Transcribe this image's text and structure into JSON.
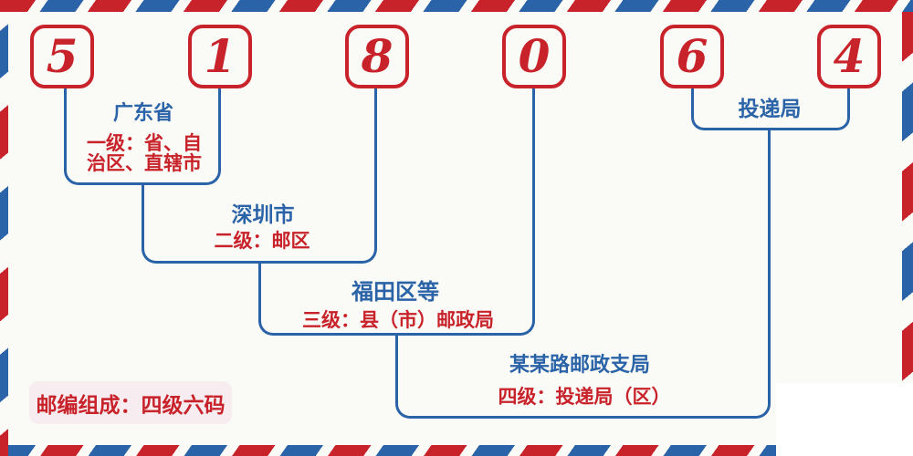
{
  "postal_code": {
    "digits": [
      "5",
      "1",
      "8",
      "0",
      "6",
      "4"
    ]
  },
  "labels": {
    "level1": {
      "name": "广东省",
      "desc": "一级：省、自\n治区、直辖市"
    },
    "level2": {
      "name": "深圳市",
      "desc": "二级：邮区"
    },
    "level3": {
      "name": "福田区等",
      "desc": "三级：县（市）邮政局"
    },
    "level4": {
      "name": "某某路邮政支局",
      "desc": "四级：投递局（区）"
    },
    "delivery": {
      "name": "投递局"
    }
  },
  "badge": {
    "text": "邮编组成：四级六码"
  },
  "colors": {
    "red": "#c8222a",
    "blue": "#2a63a8",
    "background": "#fafaf6",
    "badge_background": "#f7edf1",
    "cover": "#ffffff"
  }
}
